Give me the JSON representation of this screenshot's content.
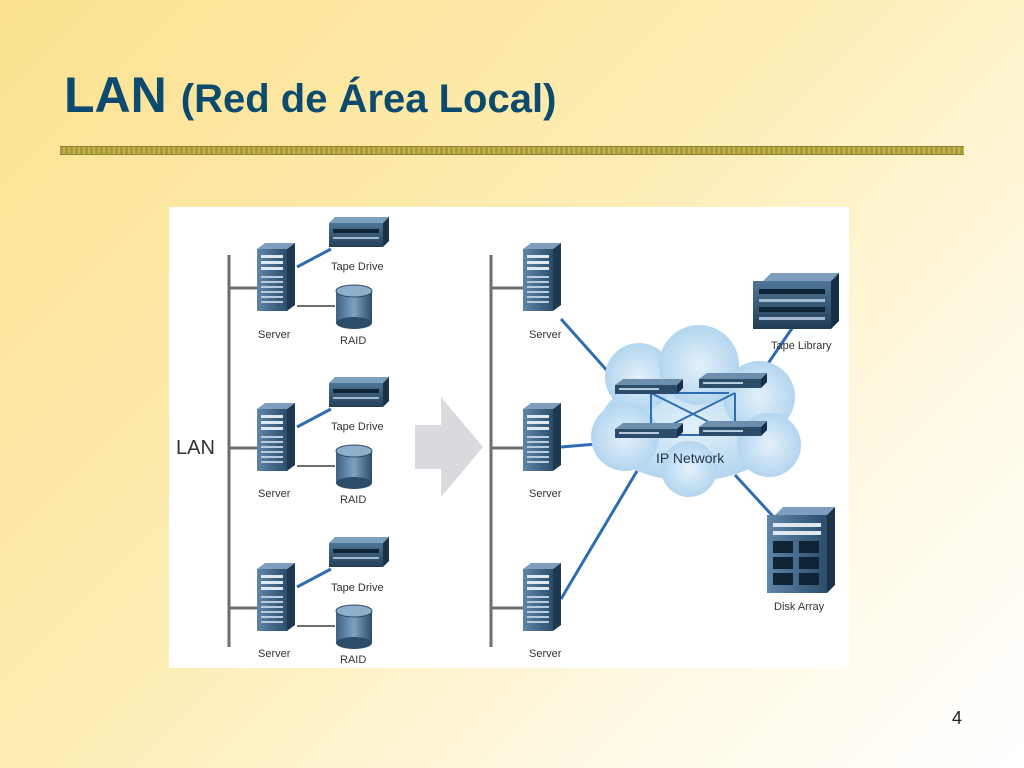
{
  "slide": {
    "title_main": "LAN",
    "title_sub": "(Red de Área Local)",
    "page_number": "4"
  },
  "diagram": {
    "left": {
      "bus_label": "LAN",
      "groups": [
        {
          "server_label": "Server",
          "tape_label": "Tape Drive",
          "raid_label": "RAID"
        },
        {
          "server_label": "Server",
          "tape_label": "Tape Drive",
          "raid_label": "RAID"
        },
        {
          "server_label": "Server",
          "tape_label": "Tape Drive",
          "raid_label": "RAID"
        }
      ]
    },
    "right": {
      "servers": [
        {
          "label": "Server"
        },
        {
          "label": "Server"
        },
        {
          "label": "Server"
        }
      ],
      "cloud_label": "IP Network",
      "tape_library_label": "Tape Library",
      "disk_array_label": "Disk Array"
    }
  },
  "colors": {
    "title": "#0c4a6e",
    "link": "#2f6db3",
    "bus": "#6e6e6e",
    "device": "#2e4f6b",
    "cloud": "#bcdcf2"
  }
}
